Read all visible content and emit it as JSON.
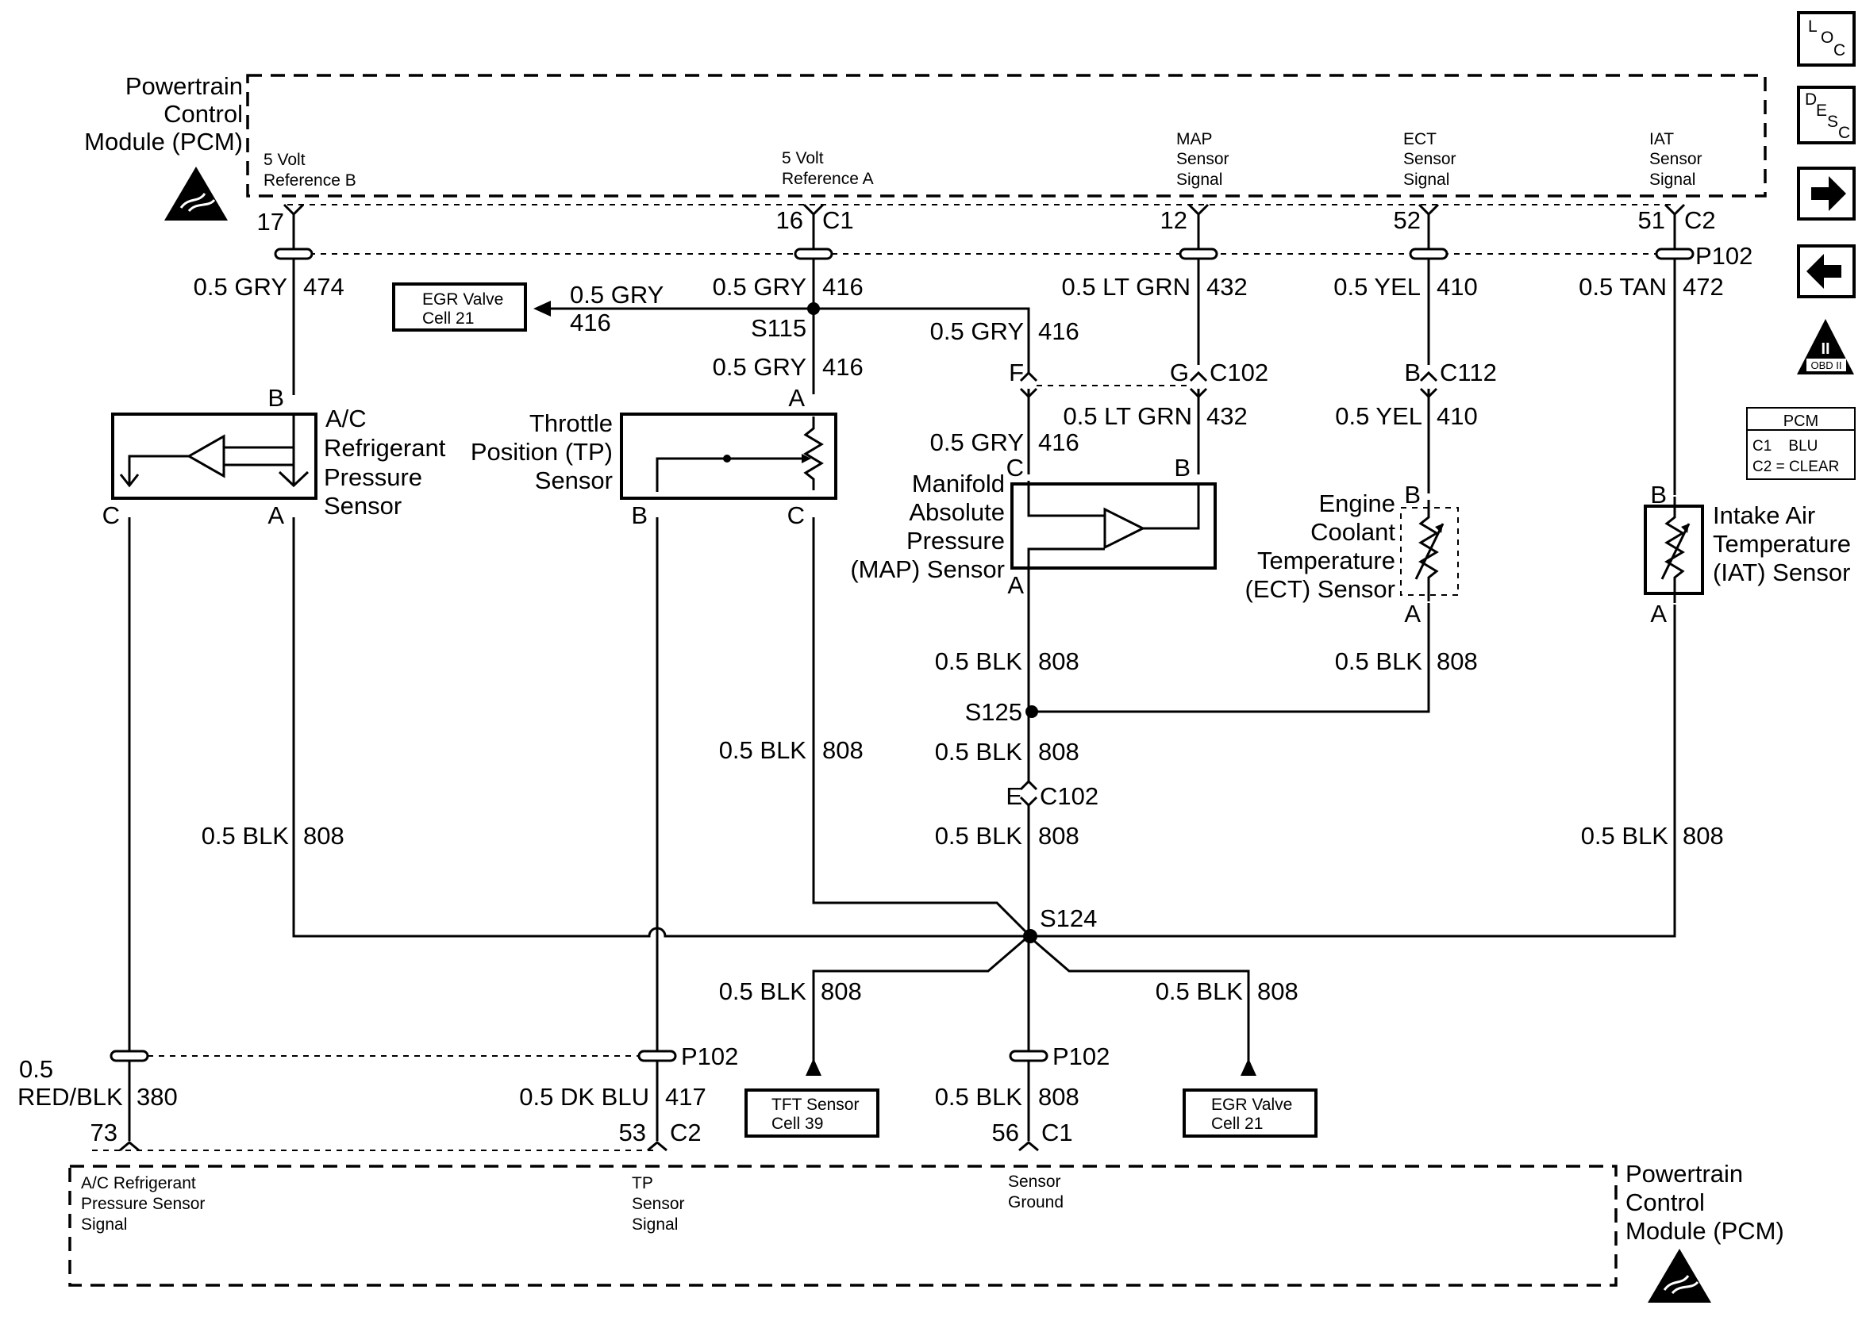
{
  "pcm_top": {
    "title": [
      "Powertrain",
      "Control",
      "Module (PCM)"
    ],
    "circuits": {
      "vref_b": [
        "5 Volt",
        "Reference B"
      ],
      "vref_a": [
        "5 Volt",
        "Reference A"
      ],
      "map": [
        "MAP",
        "Sensor",
        "Signal"
      ],
      "ect": [
        "ECT",
        "Sensor",
        "Signal"
      ],
      "iat": [
        "IAT",
        "Sensor",
        "Signal"
      ]
    }
  },
  "pcm_bottom": {
    "title": [
      "Powertrain",
      "Control",
      "Module (PCM)"
    ],
    "circuits": {
      "ac": [
        "A/C Refrigerant",
        "Pressure Sensor",
        "Signal"
      ],
      "tp": [
        "TP",
        "Sensor",
        "Signal"
      ],
      "gnd": [
        "Sensor",
        "Ground"
      ]
    }
  },
  "pins": {
    "p17": "17",
    "p16": "16",
    "c1": "C1",
    "p12": "12",
    "p52": "52",
    "p51": "51",
    "c2": "C2",
    "p73": "73",
    "p53": "53",
    "c2b": "C2",
    "p56": "56",
    "c1b": "C1"
  },
  "connectors": {
    "p102": "P102",
    "c102": "C102",
    "c112": "C112"
  },
  "splices": {
    "s115": "S115",
    "s125": "S125",
    "s124": "S124"
  },
  "wires": {
    "gry": "0.5 GRY",
    "ltgrn": "0.5 LT GRN",
    "yel": "0.5 YEL",
    "tan": "0.5 TAN",
    "blk": "0.5 BLK",
    "dkblu": "0.5 DK BLU",
    "redblk_1": "0.5",
    "redblk_2": "RED/BLK",
    "n474": "474",
    "n416": "416",
    "n432": "432",
    "n410": "410",
    "n472": "472",
    "n808": "808",
    "n380": "380",
    "n417": "417"
  },
  "terminals": {
    "a": "A",
    "b": "B",
    "c": "C",
    "e": "E",
    "f": "F",
    "g": "G"
  },
  "components": {
    "ac": [
      "A/C",
      "Refrigerant",
      "Pressure",
      "Sensor"
    ],
    "tp": [
      "Throttle",
      "Position (TP)",
      "Sensor"
    ],
    "map": [
      "Manifold",
      "Absolute",
      "Pressure",
      "(MAP) Sensor"
    ],
    "ect": [
      "Engine",
      "Coolant",
      "Temperature",
      "(ECT) Sensor"
    ],
    "iat": [
      "Intake Air",
      "Temperature",
      "(IAT) Sensor"
    ]
  },
  "refs": {
    "egr_top": [
      "EGR Valve",
      "Cell 21"
    ],
    "tft": [
      "TFT Sensor",
      "Cell 39"
    ],
    "egr_bottom": [
      "EGR Valve",
      "Cell 21"
    ]
  },
  "sidebar": {
    "loc": [
      "L",
      "O",
      "C"
    ],
    "desc": [
      "D",
      "E",
      "S",
      "C"
    ],
    "obd": [
      "II",
      "OBD II"
    ],
    "legend_title": "PCM",
    "legend_c1": "C1    BLU",
    "legend_c2": "C2 = CLEAR"
  }
}
